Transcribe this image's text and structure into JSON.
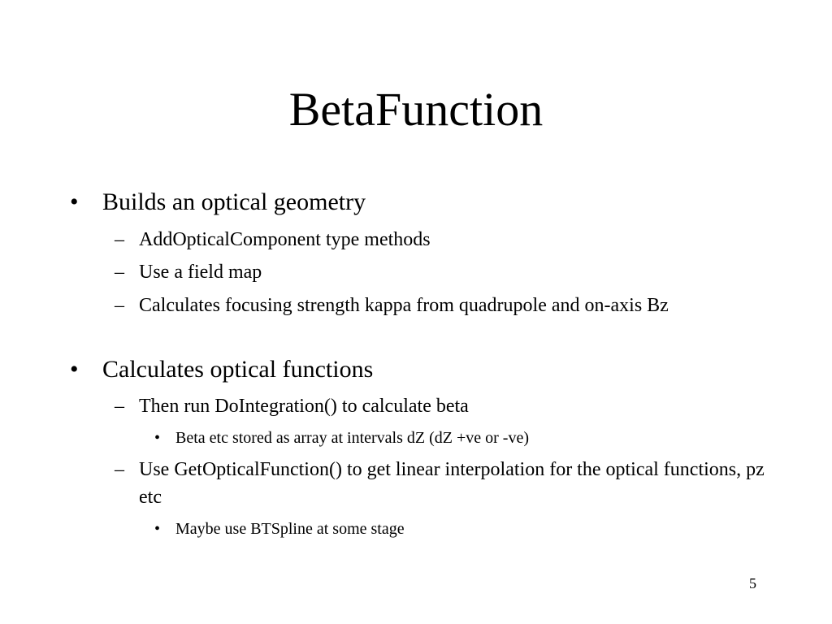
{
  "slide": {
    "title": "BetaFunction",
    "bullet_glyph": "•",
    "dash_glyph": "–",
    "items": [
      {
        "level": 1,
        "text": "Builds an optical geometry"
      },
      {
        "level": 2,
        "text": "AddOpticalComponent type methods"
      },
      {
        "level": 2,
        "text": "Use a field map"
      },
      {
        "level": 2,
        "text": "Calculates focusing strength kappa from quadrupole and on-axis Bz"
      },
      {
        "level": 1,
        "text": "Calculates optical functions"
      },
      {
        "level": 2,
        "text": "Then run DoIntegration() to calculate beta"
      },
      {
        "level": 3,
        "text": "Beta etc stored as array at intervals dZ (dZ +ve or -ve)"
      },
      {
        "level": 2,
        "text": "Use GetOpticalFunction() to get linear interpolation for the optical functions, pz etc"
      },
      {
        "level": 3,
        "text": "Maybe use BTSpline at some stage"
      }
    ],
    "page_number": "5"
  }
}
